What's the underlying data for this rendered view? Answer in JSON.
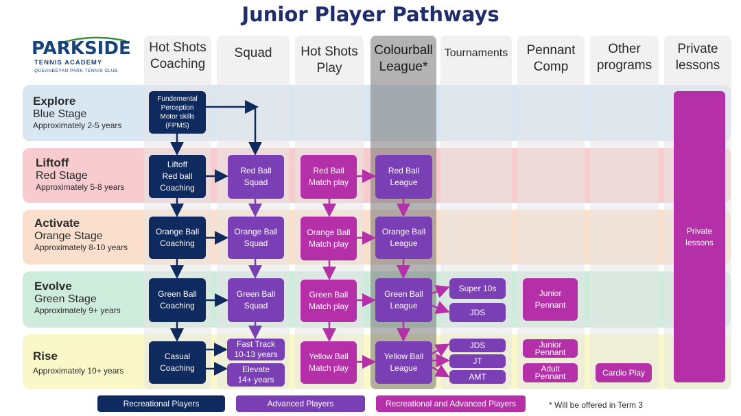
{
  "title": "Junior Player Pathways",
  "logo": {
    "name": "PARKSIDE",
    "subtitle": "TENNIS ACADEMY",
    "club": "QUEANBEYAN PARK TENNIS CLUB"
  },
  "columns": [
    "Hot Shots\nCoaching",
    "Squad",
    "Hot Shots\nPlay",
    "Colourball\nLeague*",
    "Tournaments",
    "Pennant\nComp",
    "Other\nprograms",
    "Private\nlessons"
  ],
  "stages": [
    {
      "name": "Explore",
      "stage": "Blue Stage",
      "age": "Approximately 2-5 years",
      "color": "#b9d3ea"
    },
    {
      "name": "Liftoff",
      "stage": "Red Stage",
      "age": "Approximately 5-8 years",
      "color": "#f2a1a5"
    },
    {
      "name": "Activate",
      "stage": "Orange Stage",
      "age": "Approximately 8-10 years",
      "color": "#f6c4a2"
    },
    {
      "name": "Evolve",
      "stage": "Green Stage",
      "age": "Approximately 9+ years",
      "color": "#a5dcbe"
    },
    {
      "name": "Rise",
      "stage": "",
      "age": "Approximately 10+ years",
      "color": "#f6f29b"
    }
  ],
  "boxes": {
    "fpms": "Fundemental\nPerception\nMotor skills\n(FPMS)",
    "liftoff_coaching": "Liftoff\nRed ball\nCoaching",
    "red_squad": "Red Ball\nSquad",
    "red_match": "Red Ball\nMatch play",
    "red_league": "Red Ball\nLeague",
    "orange_coaching": "Orange Ball\nCoaching",
    "orange_squad": "Orange Ball\nSquad",
    "orange_match": "Orange Ball\nMatch play",
    "orange_league": "Orange Ball\nLeague",
    "green_coaching": "Green Ball\nCoaching",
    "green_squad": "Green Ball\nSquad",
    "green_match": "Green Ball\nMatch play",
    "green_league": "Green Ball\nLeague",
    "super10s": "Super 10s",
    "jds_green": "JDS",
    "junior_pennant_green": "Junior\nPennant",
    "casual_coaching": "Casual\nCoaching",
    "fast_track": "Fast Track\n10-13 years",
    "elevate": "Elevate\n14+ years",
    "yellow_match": "Yellow Ball\nMatch play",
    "yellow_league": "Yellow Ball\nLeague",
    "jds_yellow": "JDS",
    "jt": "JT",
    "amt": "AMT",
    "junior_pennant_yellow": "Junior\nPennant",
    "adult_pennant": "Adult\nPennant",
    "cardio_play": "Cardio Play",
    "private_lessons": "Private\nlessons"
  },
  "legend": {
    "recreational": "Recreational Players",
    "advanced": "Advanced Players",
    "both": "Recreational and Advanced Players",
    "note": "* Will be offered in Term 3"
  },
  "colors": {
    "recreational": "#0f2a5e",
    "advanced": "#7a3fb5",
    "both": "#b52fa8",
    "title": "#1f2d6b"
  }
}
